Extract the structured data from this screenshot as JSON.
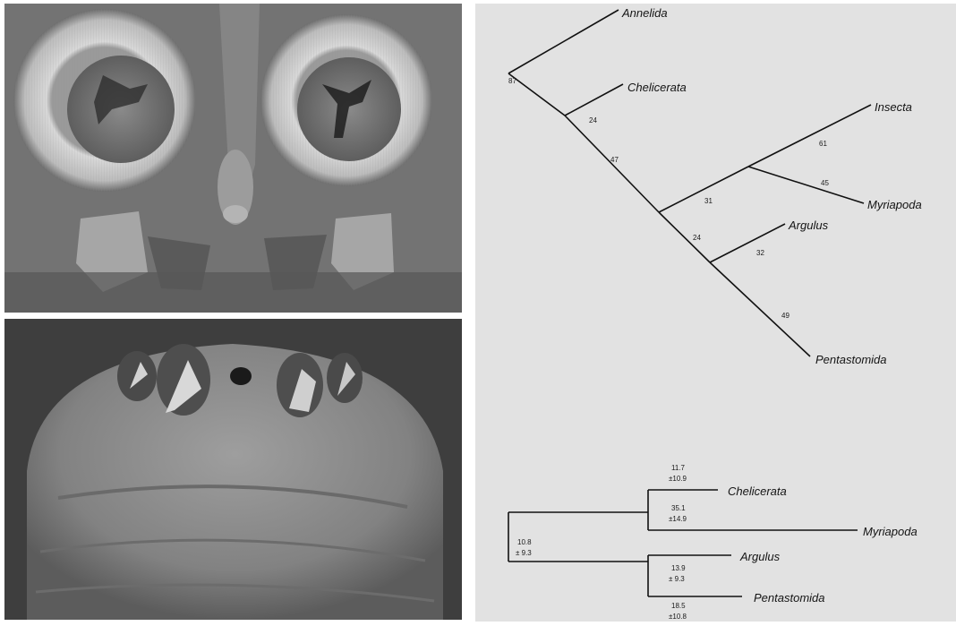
{
  "figure": {
    "photos": [
      {
        "subject": "sem-micrograph-paired-hooks-and-mouth"
      },
      {
        "subject": "sem-micrograph-anterior-end-hooks"
      }
    ],
    "upper_tree": {
      "taxa": {
        "annelida": "Annelida",
        "chelicerata": "Chelicerata",
        "insecta": "Insecta",
        "myriapoda": "Myriapoda",
        "argulus": "Argulus",
        "pentastomida": "Pentastomida"
      },
      "branch_labels": {
        "b_annelida": "87",
        "b_chelicerata": "24",
        "b_internal_47": "47",
        "b_internal_31": "31",
        "b_insecta": "61",
        "b_myriapoda": "45",
        "b_internal_24": "24",
        "b_argulus": "32",
        "b_pentastomida": "49"
      }
    },
    "lower_tree": {
      "taxa": {
        "chelicerata": "Chelicerata",
        "myriapoda": "Myriapoda",
        "argulus": "Argulus",
        "pentastomida": "Pentastomida"
      },
      "branch_labels": {
        "chelicerata_val": "11.7",
        "chelicerata_err": "±10.9",
        "myriapoda_val": "35.1",
        "myriapoda_err": "±14.9",
        "root_val": "10.8",
        "root_err": "± 9.3",
        "argulus_val": "13.9",
        "argulus_err": "± 9.3",
        "pentastomida_val": "18.5",
        "pentastomida_err": "±10.8"
      }
    }
  }
}
